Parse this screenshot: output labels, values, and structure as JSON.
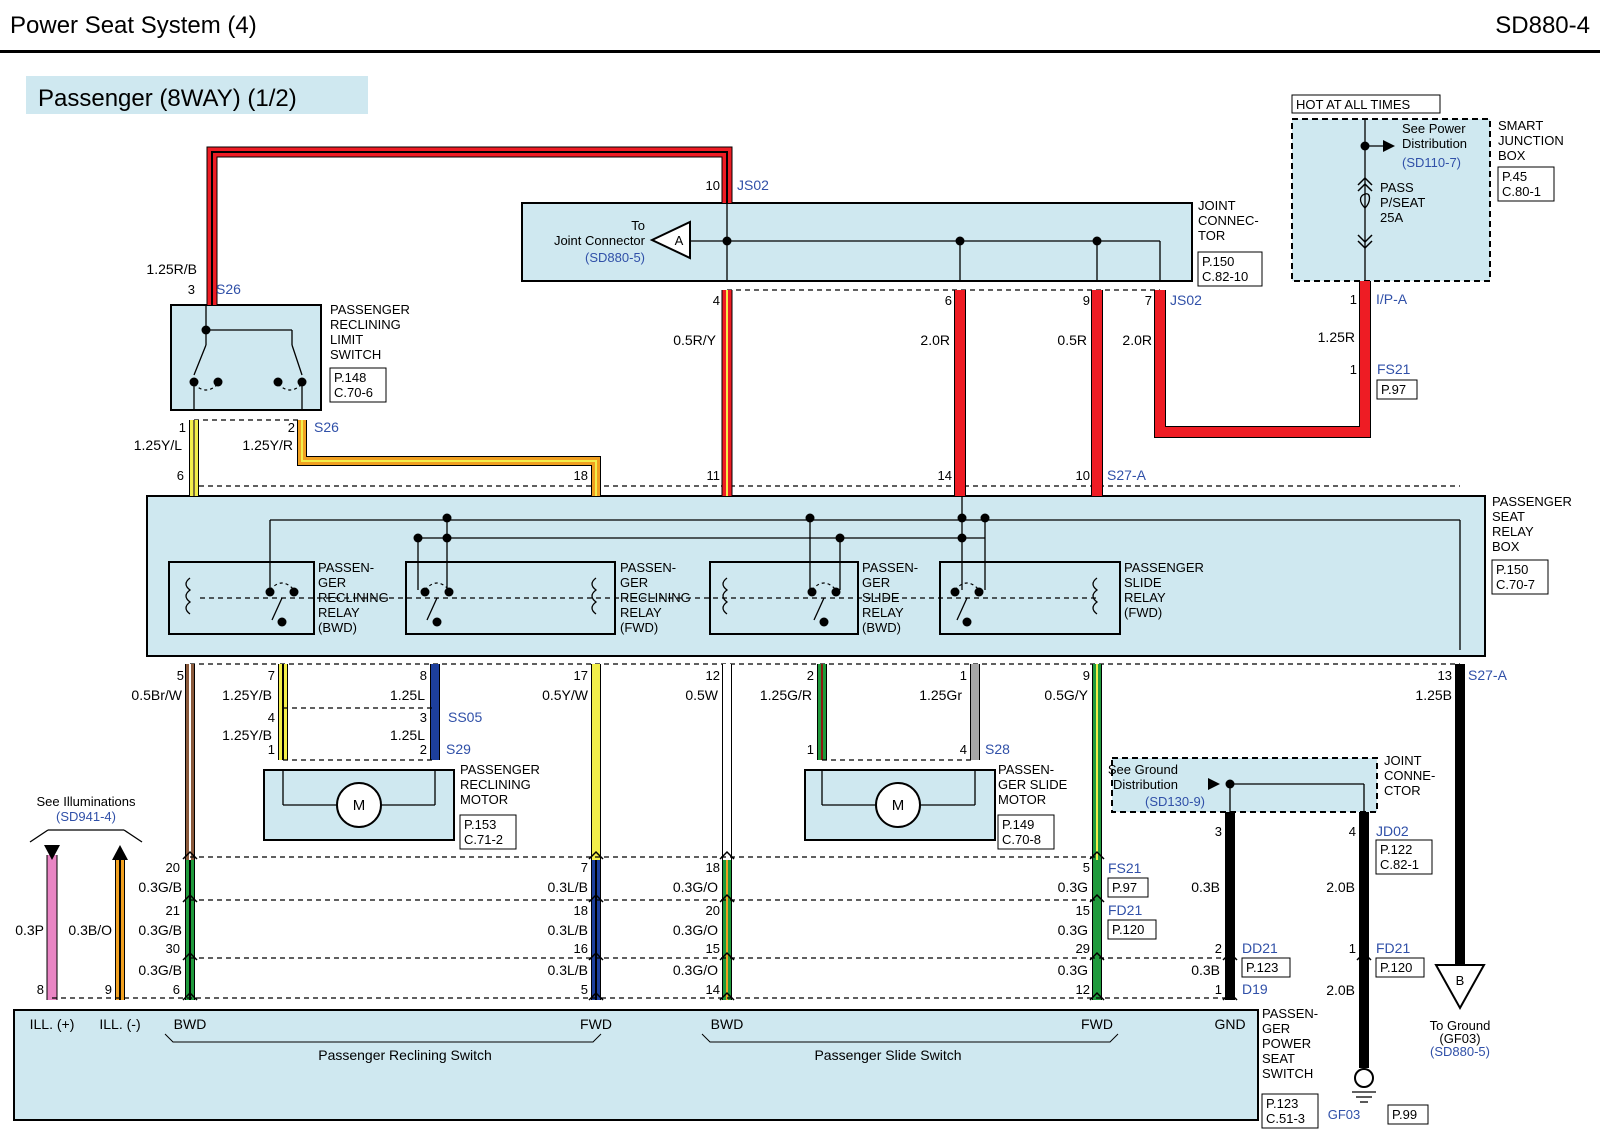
{
  "header": {
    "title": "Power Seat System (4)",
    "code": "SD880-4"
  },
  "section_title": "Passenger (8WAY) (1/2)",
  "hot_label": "HOT AT ALL TIMES",
  "sjb": {
    "name": [
      "SMART",
      "JUNCTION",
      "BOX"
    ],
    "see": [
      "See Power",
      "Distribution"
    ],
    "see_ref": "(SD110-7)",
    "fuse": [
      "PASS",
      "P/SEAT",
      "25A"
    ],
    "ref": [
      "P.45",
      "C.80-1"
    ]
  },
  "joint": {
    "name": [
      "JOINT",
      "CONNEC-",
      "TOR"
    ],
    "ref": [
      "P.150",
      "C.82-10"
    ],
    "to": [
      "To",
      "Joint Connector"
    ],
    "to_ref": "(SD880-5)",
    "arrow_label": "A"
  },
  "limit_switch": {
    "name": [
      "PASSENGER",
      "RECLINING",
      "LIMIT",
      "SWITCH"
    ],
    "ref": [
      "P.148",
      "C.70-6"
    ]
  },
  "relay_box": {
    "name": [
      "PASSENGER",
      "SEAT",
      "RELAY",
      "BOX"
    ],
    "ref": [
      "P.150",
      "C.70-7"
    ]
  },
  "relays": [
    {
      "name": [
        "PASSEN-",
        "GER",
        "RECLINING",
        "RELAY",
        "(BWD)"
      ]
    },
    {
      "name": [
        "PASSEN-",
        "GER",
        "RECLINING",
        "RELAY",
        "(FWD)"
      ]
    },
    {
      "name": [
        "PASSEN-",
        "GER",
        "SLIDE",
        "RELAY",
        "(BWD)"
      ]
    },
    {
      "name": [
        "PASSENGER",
        "SLIDE",
        "RELAY",
        "(FWD)"
      ]
    }
  ],
  "motors": [
    {
      "name": [
        "PASSENGER",
        "RECLINING",
        "MOTOR"
      ],
      "ref": [
        "P.153",
        "C.71-2"
      ],
      "symbol": "M"
    },
    {
      "name": [
        "PASSEN-",
        "GER SLIDE",
        "MOTOR"
      ],
      "ref": [
        "P.149",
        "C.70-8"
      ],
      "symbol": "M"
    }
  ],
  "ground_joint": {
    "name": [
      "JOINT",
      "CONNE-",
      "CTOR"
    ],
    "see": [
      "See Ground",
      "Distribution"
    ],
    "see_ref": "(SD130-9)",
    "ref": [
      "P.122",
      "C.82-1"
    ]
  },
  "illumination": {
    "see": "See Illuminations",
    "ref": "(SD941-4)"
  },
  "ground_to": {
    "label": "B",
    "text": [
      "To Ground",
      "(GF03)"
    ],
    "ref": "(SD880-5)"
  },
  "power_switch": {
    "name": [
      "PASSEN-",
      "GER",
      "POWER",
      "SEAT",
      "SWITCH"
    ],
    "ref": [
      "P.123",
      "C.51-3"
    ],
    "terms": [
      "ILL. (+)",
      "ILL. (-)",
      "BWD",
      "FWD",
      "BWD",
      "FWD",
      "GND"
    ],
    "groups": [
      "Passenger Reclining Switch",
      "Passenger Slide Switch"
    ]
  },
  "ground": {
    "name": "GF03",
    "ref": "P.99"
  },
  "connectors": {
    "JS02": "JS02",
    "S26": "S26",
    "S27A": "S27-A",
    "IPA": "I/P-A",
    "FS21": "FS21",
    "FS21ref": "P.97",
    "SS05": "SS05",
    "S29": "S29",
    "S28": "S28",
    "JD02": "JD02",
    "FD21": "FD21",
    "FD21ref": "P.120",
    "DD21": "DD21",
    "DD21ref": "P.123",
    "D19": "D19"
  },
  "wire_labels": {
    "w_125RB": "1.25R/B",
    "w_05RY": "0.5R/Y",
    "w_20R": "2.0R",
    "w_05R": "0.5R",
    "w_125R": "1.25R",
    "w_125YL": "1.25Y/L",
    "w_125YR": "1.25Y/R",
    "w_05BrW": "0.5Br/W",
    "w_125YB": "1.25Y/B",
    "w_125L": "1.25L",
    "w_05YW": "0.5Y/W",
    "w_05W": "0.5W",
    "w_125GR": "1.25G/R",
    "w_125Gr": "1.25Gr",
    "w_05GY": "0.5G/Y",
    "w_125B": "1.25B",
    "w_03GB": "0.3G/B",
    "w_03LB": "0.3L/B",
    "w_03GO": "0.3G/O",
    "w_03G": "0.3G",
    "w_03B": "0.3B",
    "w_20B": "2.0B",
    "w_03P": "0.3P",
    "w_03BO": "0.3B/O"
  },
  "colors": {
    "box_fill": "#cfe8f0",
    "red": "#ee1c24",
    "dark_red": "#8b1a10",
    "yellow": "#f2ee4a",
    "orange": "#f0a020",
    "brown": "#8b5a3c",
    "blue": "#1d3f9c",
    "green": "#1f9a3c",
    "gray": "#a6a6a6",
    "pink": "#e985c4",
    "ref_blue": "#3050a8"
  }
}
